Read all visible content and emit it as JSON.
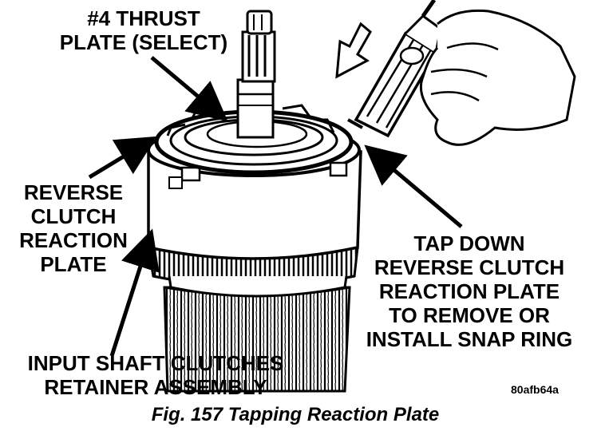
{
  "figure": {
    "callouts": {
      "thrust_plate": [
        "#4 THRUST",
        "PLATE (SELECT)"
      ],
      "reverse_clutch": [
        "REVERSE",
        "CLUTCH",
        "REACTION",
        "PLATE"
      ],
      "tap_down": [
        "TAP DOWN",
        "REVERSE CLUTCH",
        "REACTION PLATE",
        "TO REMOVE OR",
        "INSTALL SNAP RING"
      ],
      "input_shaft": [
        "INPUT SHAFT CLUTCHES",
        "RETAINER ASSEMBLY"
      ]
    },
    "image_id": "80afb64a",
    "caption": "Fig. 157 Tapping Reaction Plate"
  }
}
